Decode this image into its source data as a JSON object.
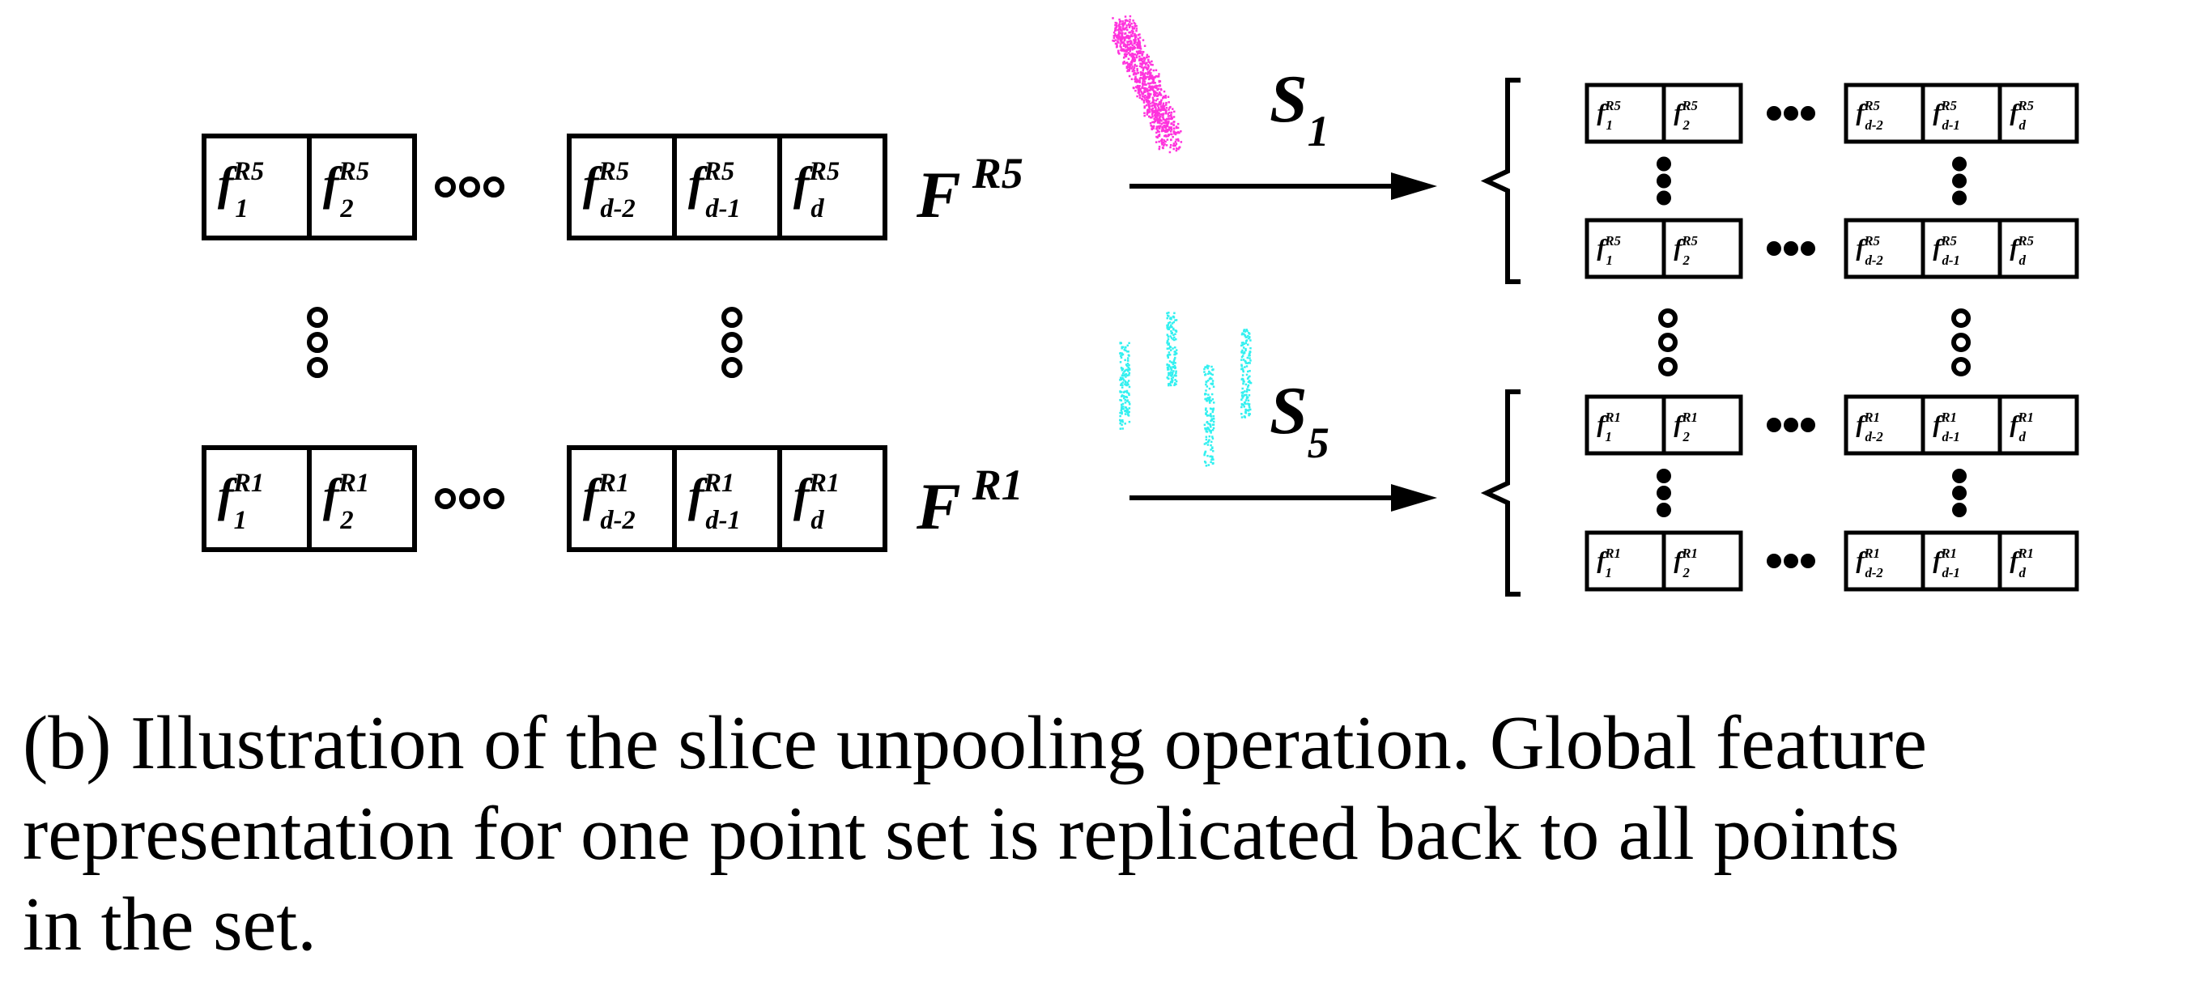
{
  "diagram": {
    "vectors": [
      {
        "name": "F",
        "sup": "R5",
        "cells_left": [
          {
            "base": "f",
            "sup": "R5",
            "sub": "1"
          },
          {
            "base": "f",
            "sup": "R5",
            "sub": "2"
          }
        ],
        "cells_right": [
          {
            "base": "f",
            "sup": "R5",
            "sub": "d-2"
          },
          {
            "base": "f",
            "sup": "R5",
            "sub": "d-1"
          },
          {
            "base": "f",
            "sup": "R5",
            "sub": "d"
          }
        ]
      },
      {
        "name": "F",
        "sup": "R1",
        "cells_left": [
          {
            "base": "f",
            "sup": "R1",
            "sub": "1"
          },
          {
            "base": "f",
            "sup": "R1",
            "sub": "2"
          }
        ],
        "cells_right": [
          {
            "base": "f",
            "sup": "R1",
            "sub": "d-2"
          },
          {
            "base": "f",
            "sup": "R1",
            "sub": "d-1"
          },
          {
            "base": "f",
            "sup": "R1",
            "sub": "d"
          }
        ]
      }
    ],
    "arrows": [
      {
        "base": "S",
        "sub": "1",
        "slice_color": "#ff33dd"
      },
      {
        "base": "S",
        "sub": "5",
        "slice_color": "#33f0f0"
      }
    ]
  },
  "caption": {
    "line1": "(b) Illustration of the slice unpooling operation. Global feature",
    "line2": "representation for one point set is replicated back to all points",
    "line3": "in the set."
  }
}
